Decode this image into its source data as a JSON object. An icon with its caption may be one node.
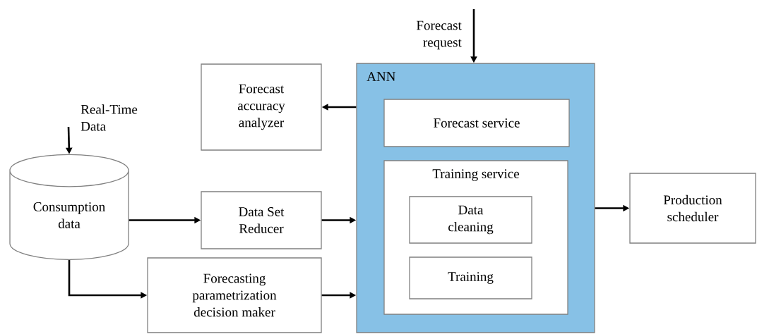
{
  "diagram": {
    "nodes": [
      {
        "text": [
          "ANN"
        ]
      },
      {
        "text": [
          "Forecast service"
        ],
        "in": 0
      },
      {
        "text": [
          "Training service"
        ],
        "in": 0
      },
      {
        "text": [
          "Data cleaning"
        ],
        "in": 2
      },
      {
        "text": [
          "Training"
        ],
        "in": 2
      },
      {
        "text": [
          "Production scheduler"
        ]
      },
      {
        "text": [
          "Forecast accuracy analyzer"
        ]
      },
      {
        "text": [
          "Consumption data"
        ]
      },
      {
        "text": [
          "Data Set Reducer"
        ]
      },
      {
        "text": [
          "Forecasting parametrization decision maker"
        ]
      }
    ],
    "edges": [
      {
        "from": null,
        "to": 0,
        "arrow": "to",
        "label": "Forecast request"
      },
      {
        "from": 0,
        "to": 6,
        "arrow": "to"
      },
      {
        "from": null,
        "to": 7,
        "arrow": "to",
        "label": "Real-Time Data"
      },
      {
        "from": 7,
        "to": 8,
        "arrow": "to"
      },
      {
        "from": 7,
        "to": 9,
        "arrow": "to"
      },
      {
        "from": 8,
        "to": 0,
        "arrow": "to"
      },
      {
        "from": 9,
        "to": 0,
        "arrow": "to"
      },
      {
        "from": 0,
        "to": 5,
        "arrow": "to"
      }
    ]
  }
}
